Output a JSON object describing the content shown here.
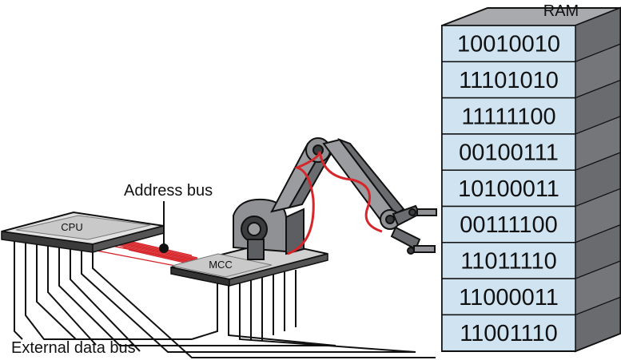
{
  "labels": {
    "ram": "RAM",
    "cpu": "CPU",
    "mcc": "MCC",
    "address_bus": "Address bus",
    "external_data_bus": "External data bus"
  },
  "ram_rows": [
    "10010010",
    "11101010",
    "11111100",
    "00100111",
    "10100011",
    "00111100",
    "11011110",
    "11000011",
    "11001110"
  ],
  "colors": {
    "ram_face": "#cfe3f1",
    "ram_side": "#6d6f72",
    "ram_top": "#a8aaad",
    "bus_red": "#d7262b",
    "chip": "#c9c9c9",
    "arm": "#8a8c8f"
  }
}
